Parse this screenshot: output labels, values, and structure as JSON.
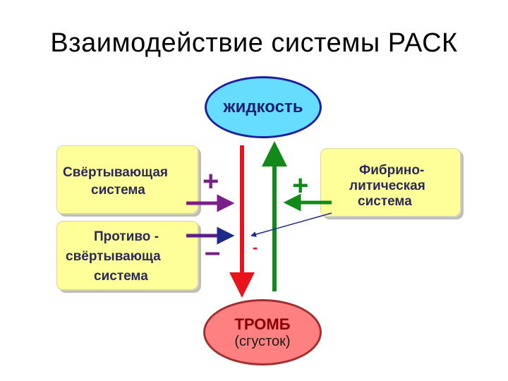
{
  "title": "Взаимодействие системы РАСК",
  "nodes": {
    "liquid": {
      "label": "жидкость",
      "color": "#66ddff"
    },
    "thrombus": {
      "line1": "ТРОМБ",
      "line2": "(сгусток)",
      "color": "#ff8080"
    },
    "coagulation": {
      "line1": "Свёртывающая",
      "line2": "система"
    },
    "anticoagulation": {
      "line1": "Противо -",
      "line2": "свёртывающа",
      "line3": "система"
    },
    "fibrinolytic": {
      "line1": "Фибрино-",
      "line2": "литическая",
      "line3": "система"
    }
  },
  "signs": {
    "plus": "+",
    "minus": "–",
    "small_minus": "-"
  },
  "colors": {
    "box_fill": "#ffff99",
    "red": "#e8141c",
    "green": "#118a1a",
    "purple": "#7a1f8a",
    "blue": "#1e2a8a"
  }
}
